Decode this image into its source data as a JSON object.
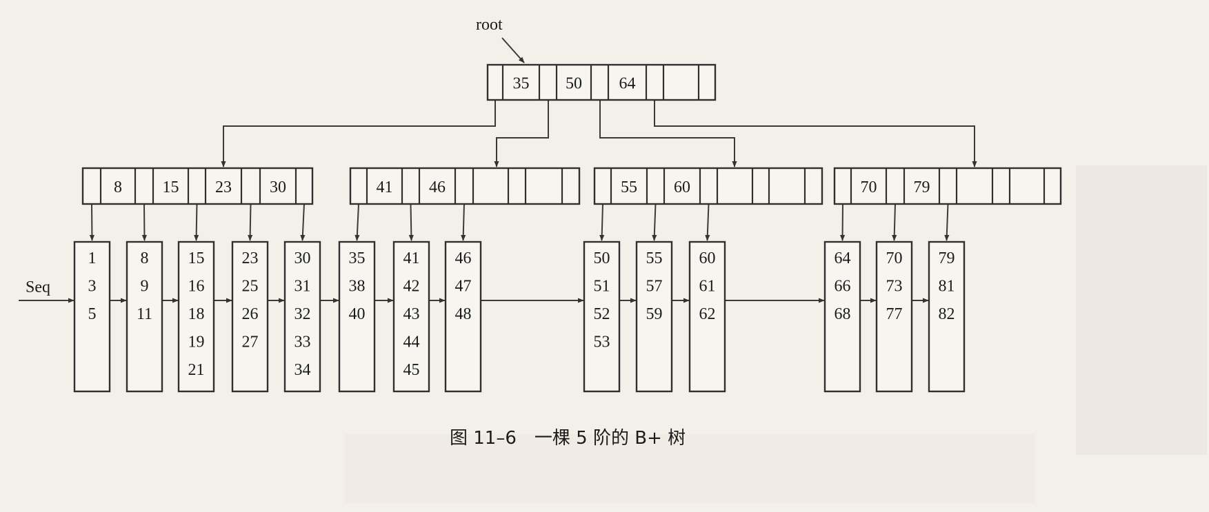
{
  "diagram": {
    "root_label": "root",
    "seq_label": "Seq",
    "caption": "图 11–6　一棵 5 阶的 B+ 树",
    "root_node": {
      "keys": [
        "35",
        "50",
        "64",
        ""
      ]
    },
    "internal_nodes": [
      {
        "keys": [
          "8",
          "15",
          "23",
          "30"
        ]
      },
      {
        "keys": [
          "41",
          "46",
          "",
          ""
        ]
      },
      {
        "keys": [
          "55",
          "60",
          "",
          ""
        ]
      },
      {
        "keys": [
          "70",
          "79",
          "",
          ""
        ]
      }
    ],
    "leaves": [
      [
        "1",
        "3",
        "5"
      ],
      [
        "8",
        "9",
        "11"
      ],
      [
        "15",
        "16",
        "18",
        "19",
        "21"
      ],
      [
        "23",
        "25",
        "26",
        "27"
      ],
      [
        "30",
        "31",
        "32",
        "33",
        "34"
      ],
      [
        "35",
        "38",
        "40"
      ],
      [
        "41",
        "42",
        "43",
        "44",
        "45"
      ],
      [
        "46",
        "47",
        "48"
      ],
      [
        "50",
        "51",
        "52",
        "53"
      ],
      [
        "55",
        "57",
        "59"
      ],
      [
        "60",
        "61",
        "62"
      ],
      [
        "64",
        "66",
        "68"
      ],
      [
        "70",
        "73",
        "77"
      ],
      [
        "79",
        "81",
        "82"
      ]
    ]
  }
}
